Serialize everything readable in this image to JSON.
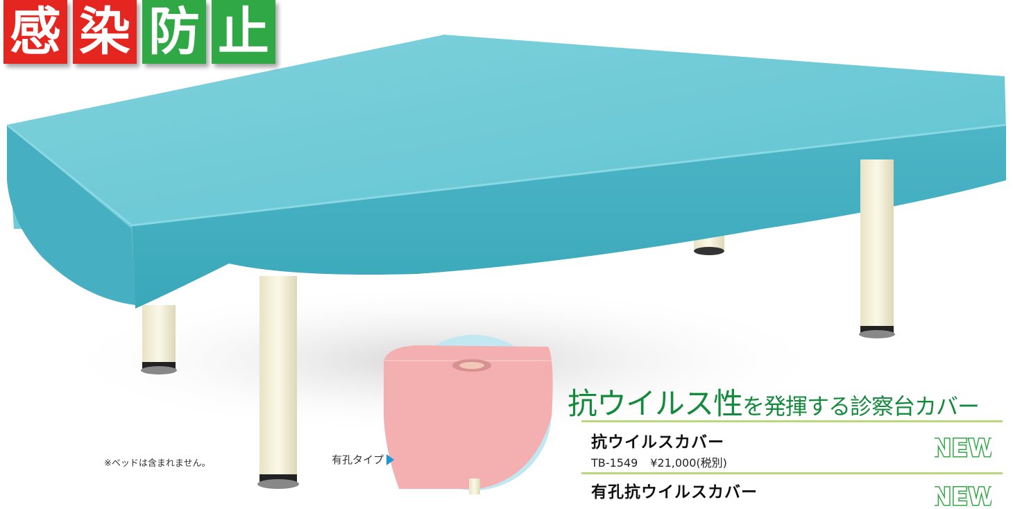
{
  "badges": [
    {
      "char": "感",
      "color": "#e5251f"
    },
    {
      "char": "染",
      "color": "#e5251f"
    },
    {
      "char": "防",
      "color": "#2fa845"
    },
    {
      "char": "止",
      "color": "#2fa845"
    }
  ],
  "note": "※ベッドは含まれません。",
  "hole_type_label": "有孔タイプ",
  "headline": {
    "part1": "抗ウイルス性",
    "part2": "を発揮する診察台カバー"
  },
  "products": [
    {
      "name": "抗ウイルスカバー",
      "code": "TB-1549",
      "price": "¥21,000(税別)",
      "badge": "NEW"
    },
    {
      "name": "有孔抗ウイルスカバー",
      "badge": "NEW"
    }
  ],
  "colors": {
    "cover": "#55bfce",
    "pink_cover": "#f4b0b0",
    "headline": "#138a3c",
    "rule": "#b9d87c",
    "new_badge": "#2fa845"
  }
}
